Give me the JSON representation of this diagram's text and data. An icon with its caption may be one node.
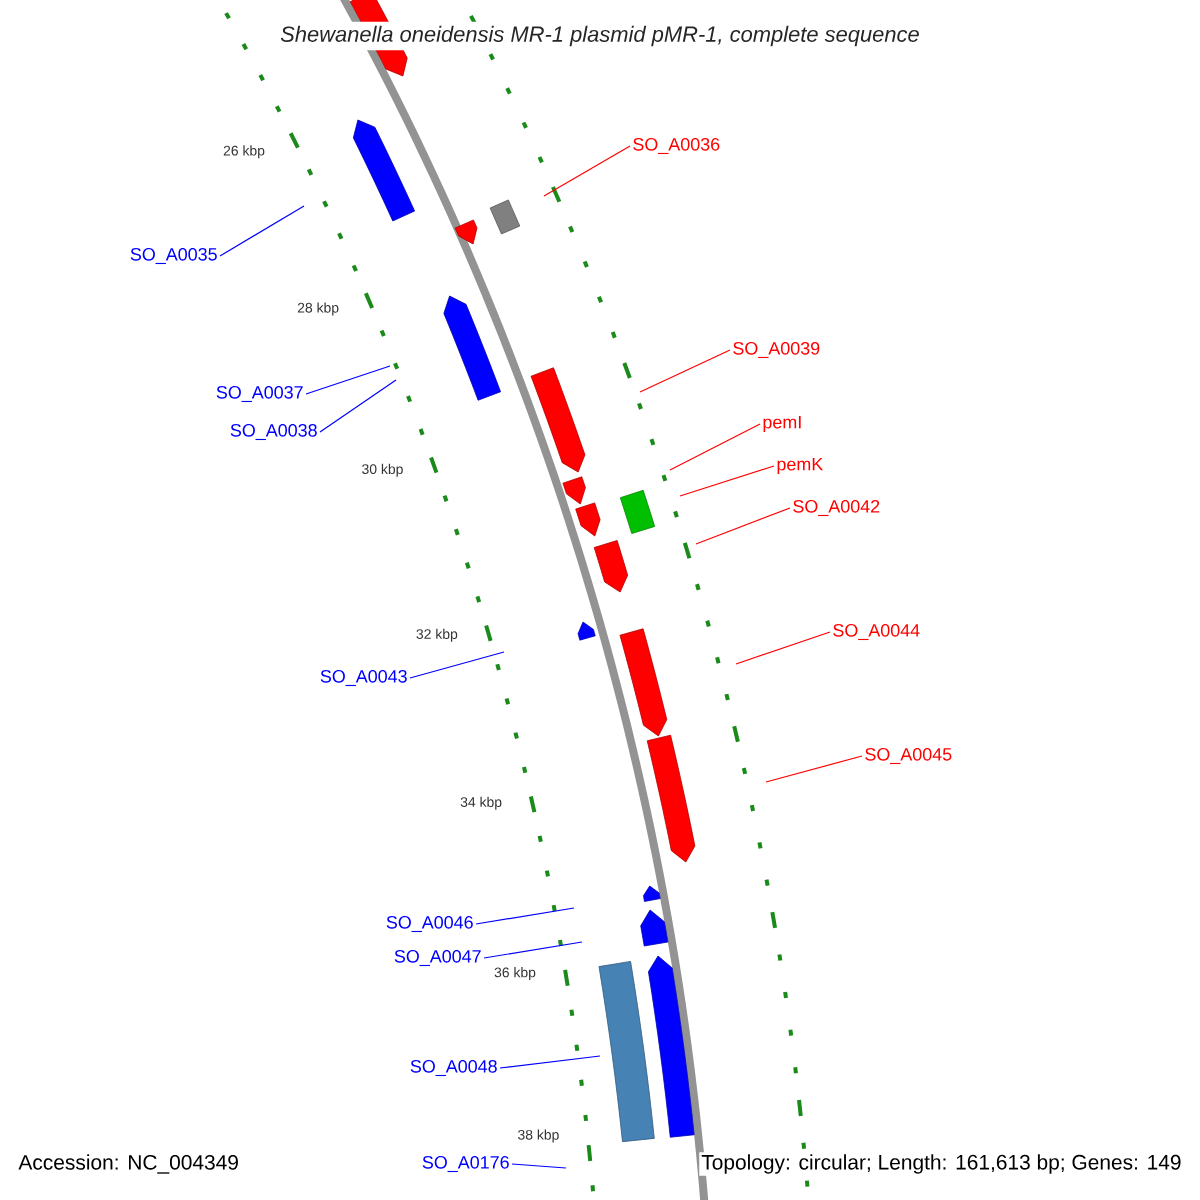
{
  "diagram": {
    "title": "Shewanella oneidensis MR-1 plasmid pMR-1, complete sequence",
    "nodes": [
      {
        "text": [
          "SO_A0036"
        ]
      },
      {
        "text": [
          "SO_A0035"
        ]
      },
      {
        "text": [
          "SO_A0039"
        ]
      },
      {
        "text": [
          "SO_A0037"
        ]
      },
      {
        "text": [
          "pemI"
        ]
      },
      {
        "text": [
          "SO_A0038"
        ]
      },
      {
        "text": [
          "pemK"
        ]
      },
      {
        "text": [
          "SO_A0042"
        ]
      },
      {
        "text": [
          "SO_A0044"
        ]
      },
      {
        "text": [
          "SO_A0043"
        ]
      },
      {
        "text": [
          "SO_A0045"
        ]
      },
      {
        "text": [
          "SO_A0046"
        ]
      },
      {
        "text": [
          "SO_A0047"
        ]
      },
      {
        "text": [
          "SO_A0048"
        ]
      },
      {
        "text": [
          "SO_A0176"
        ]
      }
    ],
    "edges": [
      {
        "from": 0,
        "to": null,
        "arrow": "none",
        "color": "#ff0000"
      },
      {
        "from": 1,
        "to": null,
        "arrow": "none"
      },
      {
        "from": 2,
        "to": null,
        "arrow": "none",
        "color": "#ff0000"
      },
      {
        "from": 3,
        "to": null,
        "arrow": "none"
      },
      {
        "from": 4,
        "to": null,
        "arrow": "none",
        "color": "#ff0000"
      },
      {
        "from": 5,
        "to": null,
        "arrow": "none"
      },
      {
        "from": 6,
        "to": null,
        "arrow": "none",
        "color": "#ff0000"
      },
      {
        "from": 7,
        "to": null,
        "arrow": "none",
        "color": "#ff0000"
      },
      {
        "from": 8,
        "to": null,
        "arrow": "none",
        "color": "#ff0000"
      },
      {
        "from": 9,
        "to": null,
        "arrow": "none"
      },
      {
        "from": 10,
        "to": null,
        "arrow": "none",
        "color": "#ff0000"
      },
      {
        "from": 11,
        "to": null,
        "arrow": "none"
      },
      {
        "from": 12,
        "to": null,
        "arrow": "none"
      },
      {
        "from": 13,
        "to": null,
        "arrow": "none"
      },
      {
        "from": 14,
        "to": null,
        "arrow": "none"
      }
    ],
    "labels": [
      "26 kbp",
      "28 kbp",
      "30 kbp",
      "32 kbp",
      "34 kbp",
      "36 kbp",
      "38 kbp",
      "Accession: NC_004349",
      "Topology: circular; Length: 161,613 bp; Genes: 149"
    ]
  }
}
